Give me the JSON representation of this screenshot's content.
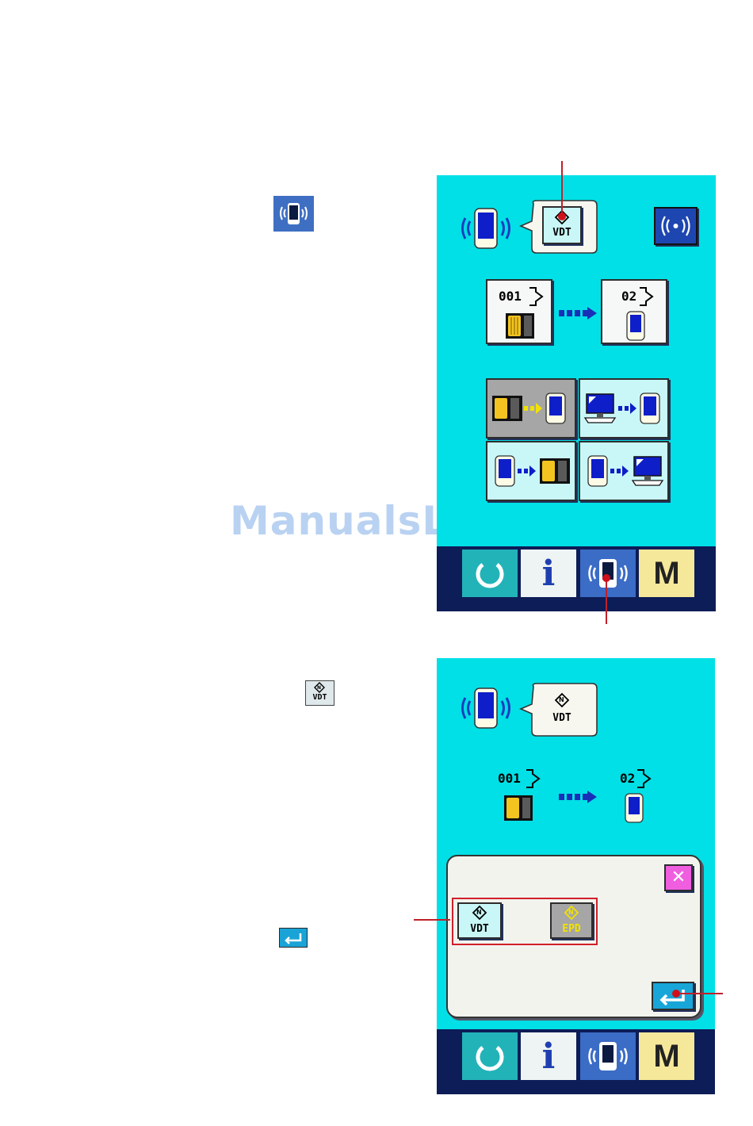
{
  "watermark": "ManualsLib.de",
  "screen1": {
    "data_type_label": "VDT",
    "numbers": {
      "source": "001",
      "target": "02"
    },
    "nav": {
      "info_label": "i",
      "mode_label": "M"
    }
  },
  "screen2": {
    "data_type_label": "VDT",
    "numbers": {
      "source": "001",
      "target": "02"
    },
    "popup": {
      "option_vdt_label": "VDT",
      "option_epd_label": "EPD",
      "close_label": "✕"
    },
    "nav": {
      "info_label": "i",
      "mode_label": "M"
    }
  },
  "inline_icons": {
    "vdt_label": "VDT"
  },
  "colors": {
    "screen_bg": "#00e0e6",
    "nav_bar": "#0d1d57",
    "callout": "#c0202a"
  }
}
